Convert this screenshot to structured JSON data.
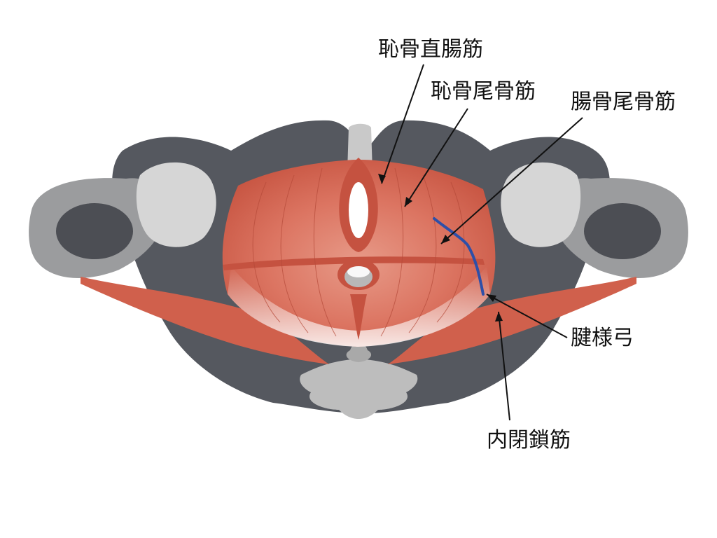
{
  "labels": {
    "puborectalis": "恥骨直腸筋",
    "pubococcygeus": "恥骨尾骨筋",
    "iliococcygeus": "腸骨尾骨筋",
    "tendinous_arch": "腱様弓",
    "obturator_internus": "内閉鎖筋"
  },
  "colors": {
    "muscle": "#d0604c",
    "muscle_light": "#e48a78",
    "bone_dark": "#55585f",
    "bone_mid": "#9b9c9e",
    "bone_light": "#d6d6d6",
    "arch_line": "#2d4fa8",
    "leader": "#111111"
  }
}
